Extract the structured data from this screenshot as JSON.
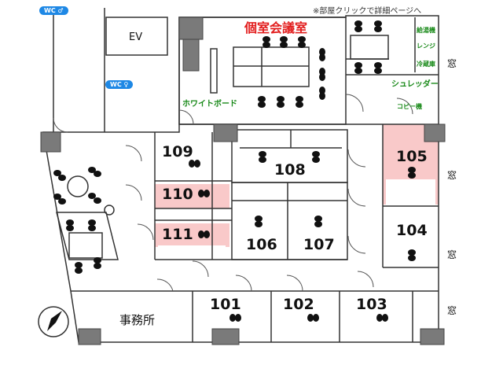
{
  "note": "※部屋クリックで詳細ページへ",
  "wc_labels": [
    "WC",
    "WC"
  ],
  "ev_label": "EV",
  "private_meeting_room": "個室会議室",
  "whiteboard": "ホワイトボード",
  "kitchen": {
    "hot_water": "給湯機",
    "microwave": "レンジ",
    "fridge": "冷蔵庫",
    "shredder": "シュレッダー",
    "copier": "コピー機"
  },
  "office": "事務所",
  "window_label": "窓",
  "rooms": [
    {
      "id": "109",
      "label": "109",
      "highlighted": false
    },
    {
      "id": "110",
      "label": "110",
      "highlighted": true
    },
    {
      "id": "111",
      "label": "111",
      "highlighted": true
    },
    {
      "id": "108",
      "label": "108",
      "highlighted": false
    },
    {
      "id": "106",
      "label": "106",
      "highlighted": false
    },
    {
      "id": "107",
      "label": "107",
      "highlighted": false
    },
    {
      "id": "105",
      "label": "105",
      "highlighted": true
    },
    {
      "id": "104",
      "label": "104",
      "highlighted": false
    },
    {
      "id": "101",
      "label": "101",
      "highlighted": false
    },
    {
      "id": "102",
      "label": "102",
      "highlighted": false
    },
    {
      "id": "103",
      "label": "103",
      "highlighted": false
    }
  ],
  "colors": {
    "highlight": "#f9c9c9",
    "pillar": "#7a7a7a",
    "wall": "#333333",
    "wc_badge": "#1e88e5",
    "title_red": "#e21c1c",
    "label_green": "#1a8a1a"
  },
  "icons": [
    "compass-icon",
    "male-toilet-icon",
    "female-toilet-icon",
    "chair-icon"
  ]
}
